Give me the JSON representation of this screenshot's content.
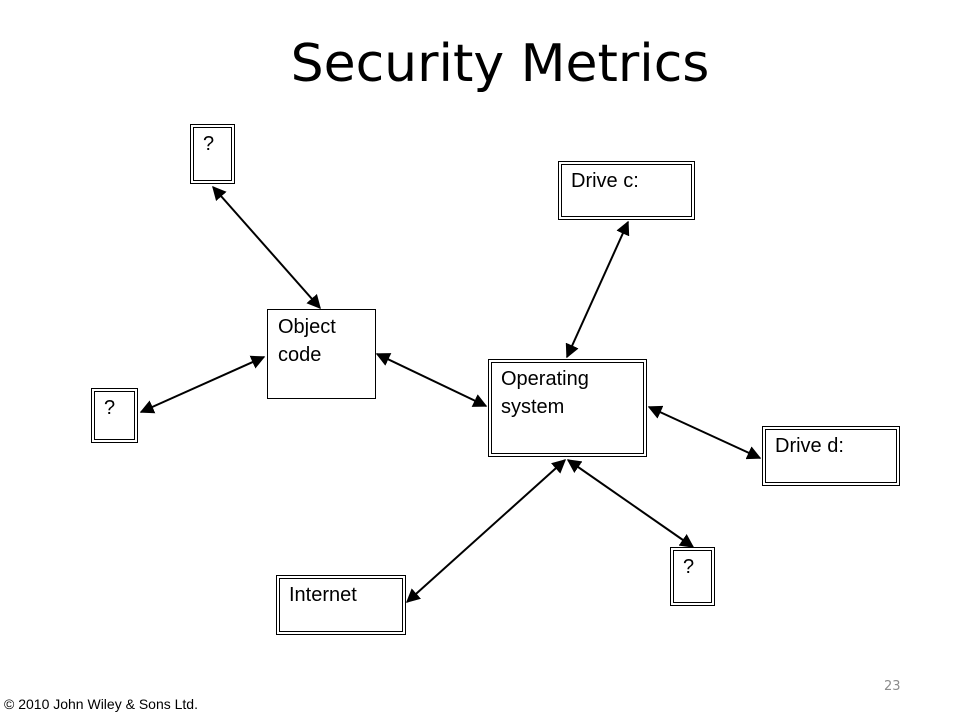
{
  "slide": {
    "title": "Security Metrics",
    "page_number": "23",
    "copyright": "© 2010 John Wiley & Sons Ltd."
  },
  "diagram": {
    "nodes": {
      "object_code": "Object\ncode",
      "operating_system": "Operating\nsystem",
      "drive_c": "Drive c:",
      "drive_d": "Drive d:",
      "internet": "Internet",
      "unknown_top": "?",
      "unknown_left": "?",
      "unknown_bottom": "?"
    }
  }
}
